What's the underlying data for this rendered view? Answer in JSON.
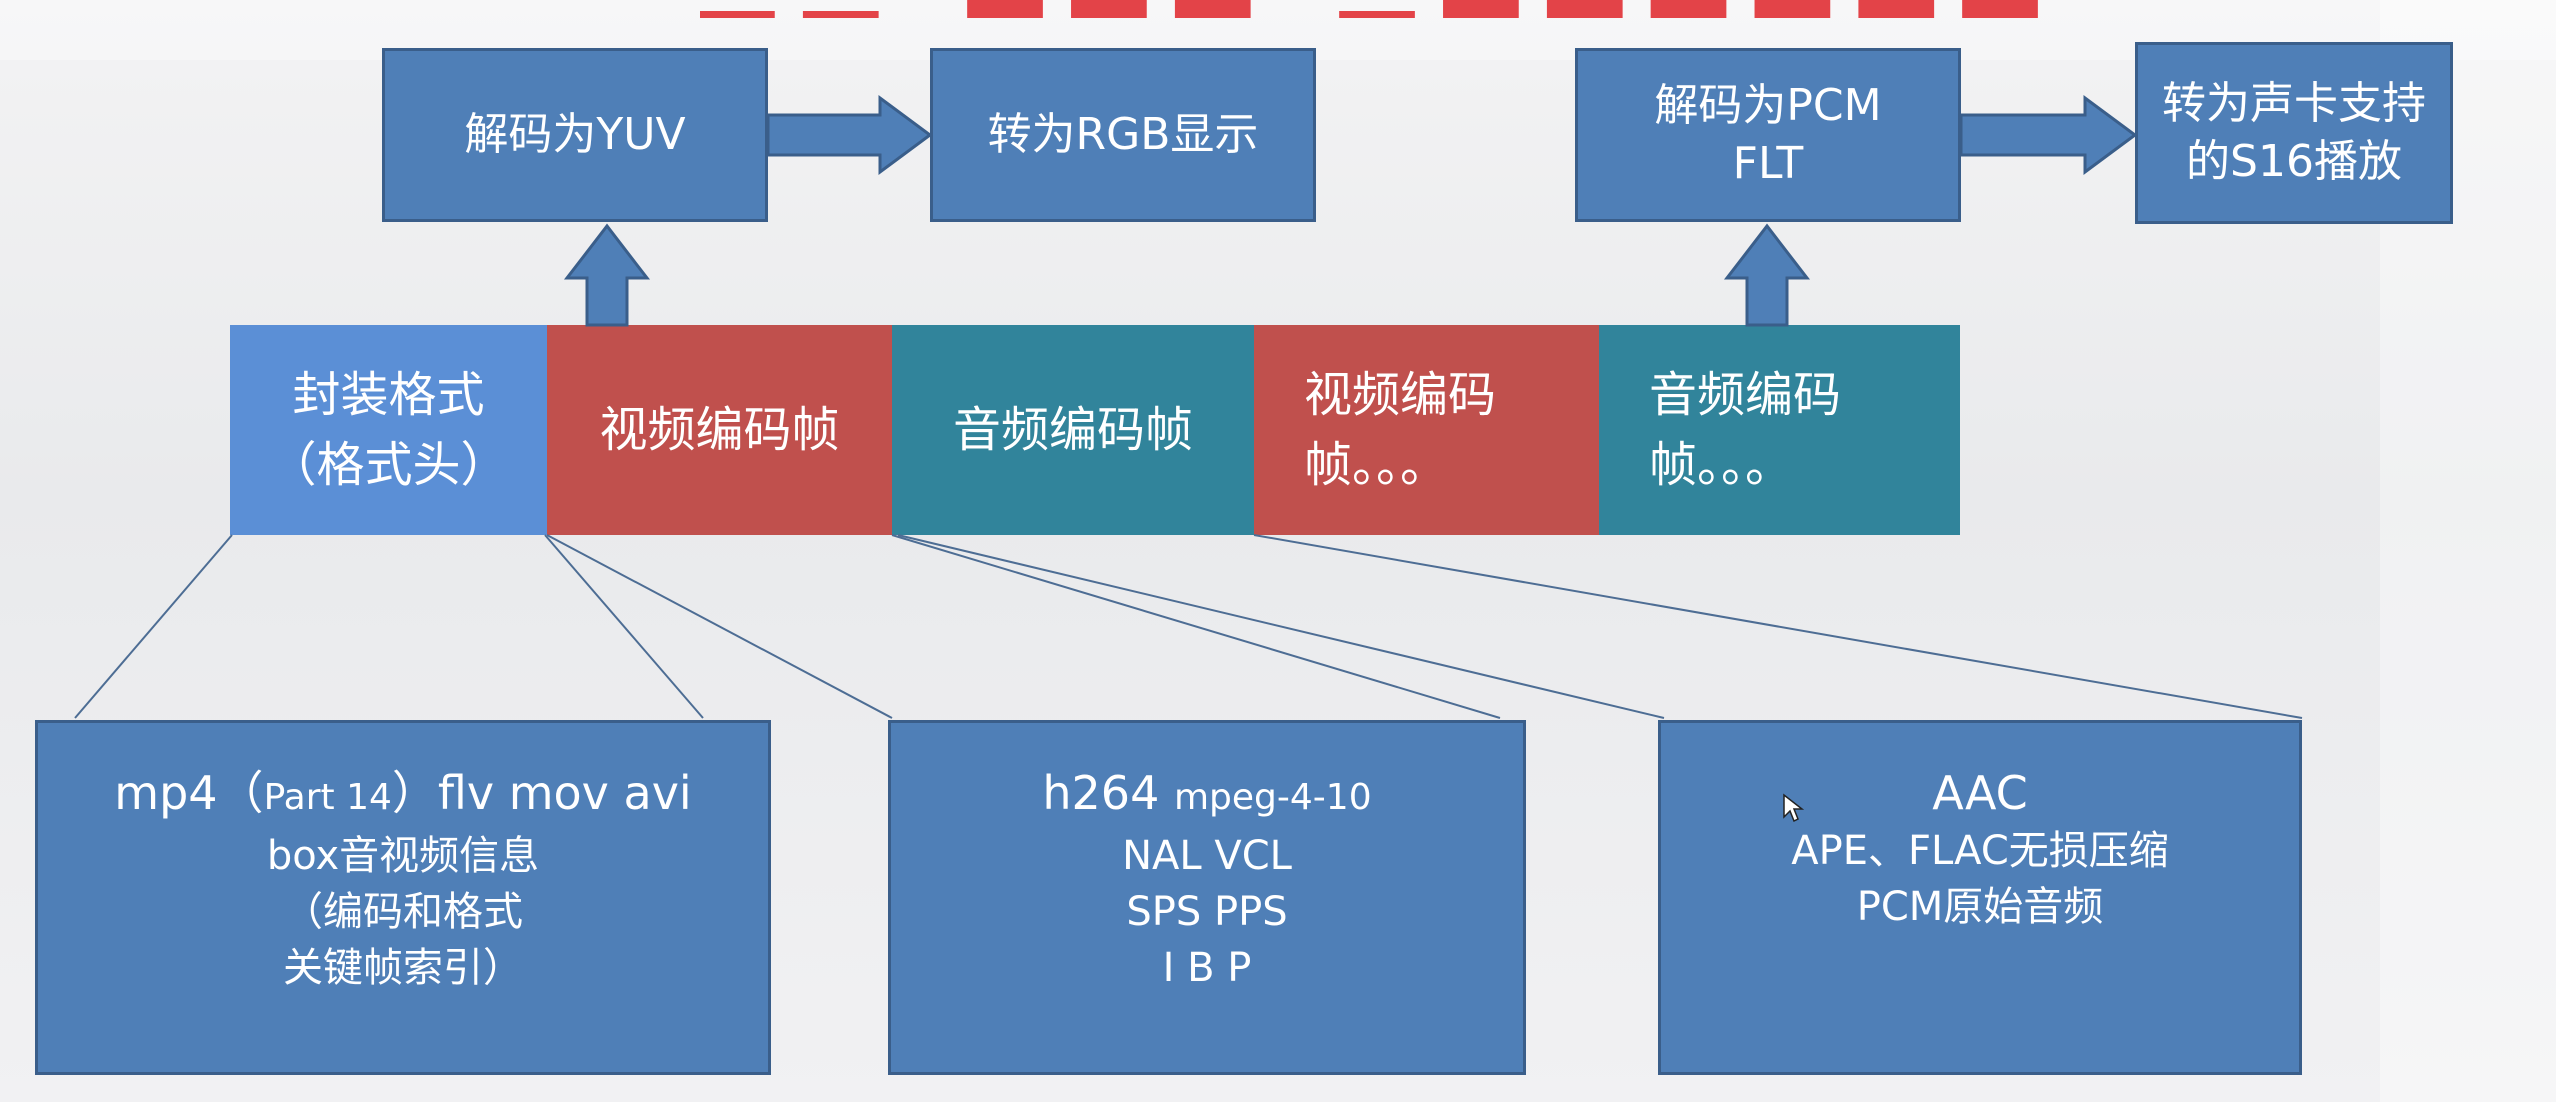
{
  "top_boxes": {
    "decode_yuv": "解码为YUV",
    "to_rgb": "转为RGB显示",
    "decode_pcm_line1": "解码为PCM",
    "decode_pcm_line2": "FLT",
    "to_s16_line1": "转为声卡支持",
    "to_s16_line2": "的S16播放"
  },
  "strip": {
    "container_line1": "封装格式",
    "container_line2": "（格式头）",
    "video_frame": "视频编码帧",
    "audio_frame": "音频编码帧",
    "video_more_line1": "视频编码",
    "video_more_line2": "帧。。。",
    "audio_more_line1": "音频编码",
    "audio_more_line2": "帧。。。"
  },
  "details": {
    "container": {
      "line1_a": "mp4（",
      "line1_b": "Part 14",
      "line1_c": "）flv mov avi",
      "line2": "box音视频信息",
      "line3": "（编码和格式",
      "line4": "关键帧索引）"
    },
    "video": {
      "line1_a": "h264",
      "line1_b": "mpeg-4-10",
      "line2": "NAL VCL",
      "line3": "SPS PPS",
      "line4": "I B P"
    },
    "audio": {
      "line1": "AAC",
      "line2": "APE、FLAC无损压缩",
      "line3": "PCM原始音频"
    }
  },
  "colors": {
    "box_blue": "#4f7fb7",
    "container_blue": "#5b8fd6",
    "video_red": "#c0504d",
    "audio_teal": "#31849b"
  }
}
